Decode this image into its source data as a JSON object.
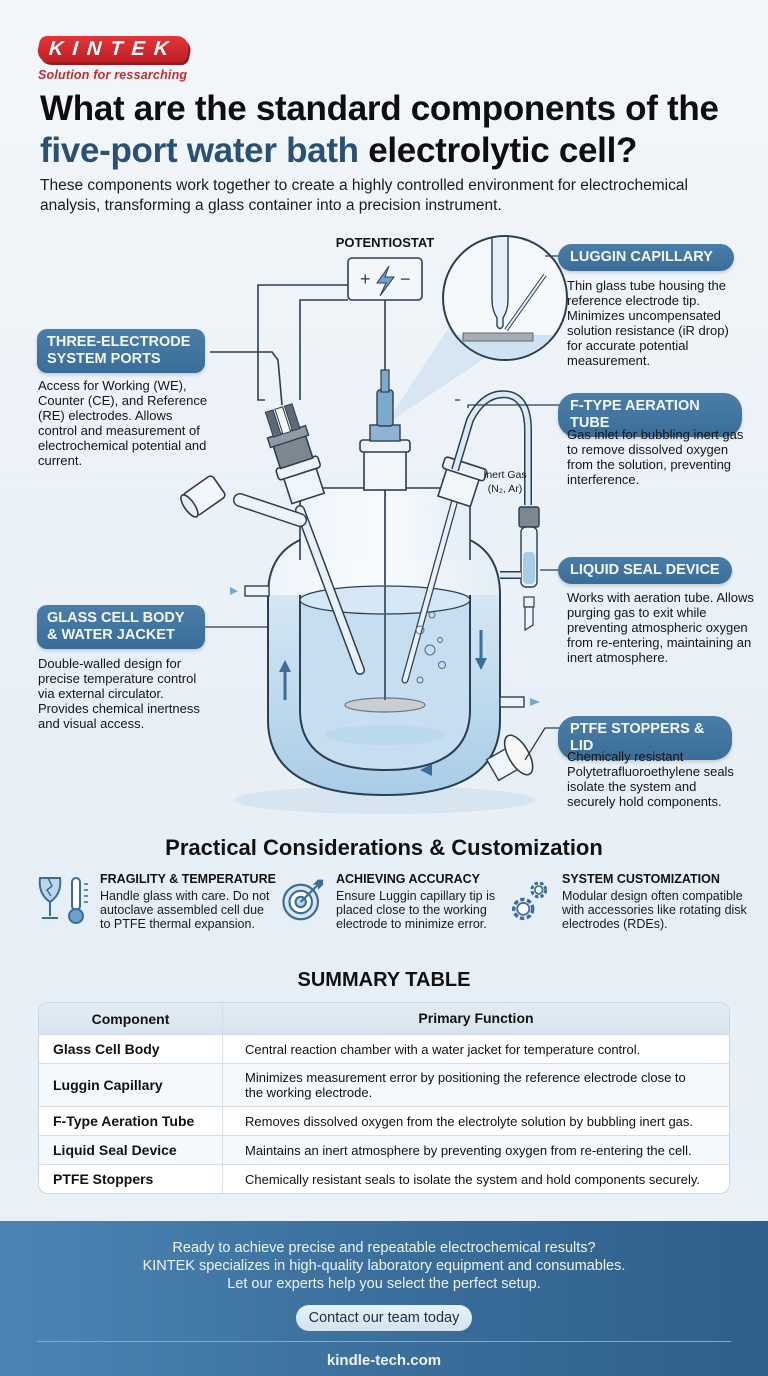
{
  "brand": {
    "logo_text": "KINTEK",
    "tagline": "Solution for ressarching",
    "color": "#c62b2f"
  },
  "header": {
    "title_line1": "What are the standard components of the",
    "title_accent": "five-port water bath",
    "title_line2_rest": " electrolytic cell?",
    "subtitle": "These components work together to create a highly controlled environment for electrochemical analysis, transforming a glass container into a precision instrument."
  },
  "diagram": {
    "potentiostat_label": "POTENTIOSTAT",
    "potentiostat_symbols": {
      "plus": "+",
      "minus": "−"
    },
    "inert_gas_label_line1": "Inert Gas",
    "inert_gas_label_line2": "(N₂, Ar)",
    "callouts": [
      {
        "id": "three-electrode",
        "title_l1": "THREE-ELECTRODE",
        "title_l2": "SYSTEM PORTS",
        "text": "Access for Working (WE), Counter (CE), and Reference (RE) electrodes. Allows control and measurement of electrochemical potential and current."
      },
      {
        "id": "glass-cell",
        "title_l1": "GLASS CELL BODY",
        "title_l2": "& WATER JACKET",
        "text": "Double-walled design for precise temperature control via external circulator. Provides chemical inertness and visual access."
      },
      {
        "id": "luggin",
        "title_l1": "LUGGIN CAPILLARY",
        "text": "Thin glass tube housing the reference electrode tip. Minimizes uncompensated solution resistance (iR drop) for accurate potential measurement."
      },
      {
        "id": "aeration",
        "title_l1": "F-TYPE AERATION TUBE",
        "text": "Gas inlet for bubbling inert gas to remove dissolved oxygen from the solution, preventing interference."
      },
      {
        "id": "liquid-seal",
        "title_l1": "LIQUID SEAL DEVICE",
        "text": "Works with aeration tube. Allows purging gas to exit while preventing atmospheric oxygen from re-entering, maintaining an inert atmosphere."
      },
      {
        "id": "ptfe",
        "title_l1": "PTFE STOPPERS & LID",
        "text": "Chemically resistant Polytetrafluoroethylene seals isolate the system and securely hold components."
      }
    ],
    "colors": {
      "accent": "#3a6d98",
      "liquid": "#bcd8ec",
      "glass_line": "#2b3f52"
    }
  },
  "considerations": {
    "title": "Practical Considerations & Customization",
    "items": [
      {
        "icon": "broken-glass-thermometer-icon",
        "title": "FRAGILITY & TEMPERATURE",
        "text": "Handle glass with care. Do not autoclave assembled cell due to PTFE thermal expansion."
      },
      {
        "icon": "target-icon",
        "title": "ACHIEVING ACCURACY",
        "text": "Ensure Luggin capillary tip is placed close to the working electrode to minimize error."
      },
      {
        "icon": "gears-icon",
        "title": "SYSTEM CUSTOMIZATION",
        "text": "Modular design often compatible with accessories like rotating disk electrodes (RDEs)."
      }
    ]
  },
  "summary_table": {
    "title": "SUMMARY TABLE",
    "headers": [
      "Component",
      "Primary Function"
    ],
    "rows": [
      [
        "Glass Cell Body",
        "Central reaction chamber with a water jacket for temperature control."
      ],
      [
        "Luggin Capillary",
        "Minimizes measurement error by positioning the reference electrode close to the working electrode."
      ],
      [
        "F-Type Aeration Tube",
        "Removes dissolved oxygen from the electrolyte solution by bubbling inert gas."
      ],
      [
        "Liquid Seal Device",
        "Maintains an inert atmosphere by preventing oxygen from re-entering the cell."
      ],
      [
        "PTFE Stoppers",
        "Chemically resistant seals to isolate the system and hold components securely."
      ]
    ]
  },
  "footer": {
    "line1": "Ready to achieve precise and repeatable electrochemical results?",
    "line2": "KINTEK specializes in high-quality laboratory equipment and consumables.",
    "line3": "Let our experts help you select the perfect setup.",
    "cta_label": "Contact our team today",
    "website": "kindle-tech.com"
  }
}
